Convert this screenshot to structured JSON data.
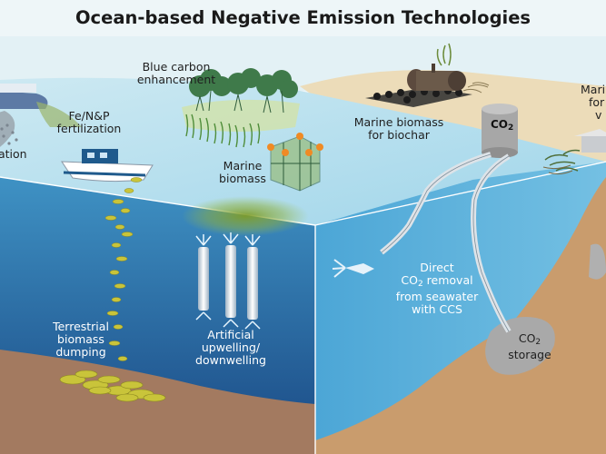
{
  "title": "Ocean-based Negative Emission Technologies",
  "labels": {
    "alkalinization_partial": "ation",
    "fertilization_1": "Fe/N&P",
    "fertilization_2": "fertilization",
    "blue_carbon_1": "Blue carbon",
    "blue_carbon_2": "enhancement",
    "marine_biomass_1": "Marine",
    "marine_biomass_2": "biomass",
    "biochar_1": "Marine biomass",
    "biochar_2": "for biochar",
    "right_partial_1": "Mari",
    "right_partial_2": "for",
    "right_partial_3": "v",
    "direct_removal_1": "Direct",
    "direct_removal_2_pre": "CO",
    "direct_removal_2_sub": "2",
    "direct_removal_2_post": " removal",
    "direct_removal_3": "from seawater",
    "direct_removal_4": "with CCS",
    "storage_1_pre": "CO",
    "storage_1_sub": "2",
    "storage_2": "storage",
    "terrestrial_1": "Terrestrial",
    "terrestrial_2": "biomass",
    "terrestrial_3": "dumping",
    "upwelling_1": "Artificial",
    "upwelling_2": "upwelling/",
    "upwelling_3": "downwelling",
    "tank_pre": "CO",
    "tank_sub": "2"
  },
  "colors": {
    "sky": "#e9f4f6",
    "land": "#ecdcb9",
    "sea_surface": "#b9e1ee",
    "water_front_top": "#3f92c4",
    "water_front_bottom": "#1b4b86",
    "water_right": "#5ab0da",
    "seafloor": "#c99c6d",
    "biomass_yellow": "#c9c43a",
    "pipe": "#dde3e8"
  }
}
